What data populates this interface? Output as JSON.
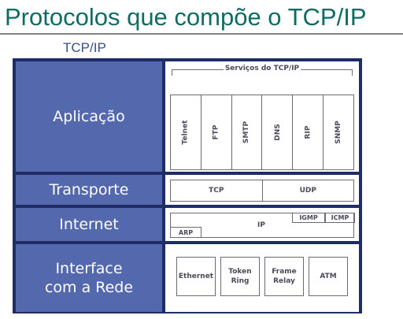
{
  "slide_title": "Protocolos que compõe o TCP/IP",
  "diagram_caption": "TCP/IP",
  "layers": {
    "application": {
      "label": "Aplicação",
      "services_title": "Serviços do TCP/IP",
      "services": [
        "Telnet",
        "FTP",
        "SMTP",
        "DNS",
        "RIP",
        "SNMP"
      ]
    },
    "transport": {
      "label": "Transporte",
      "protocols": [
        "TCP",
        "UDP"
      ]
    },
    "internet": {
      "label": "Internet",
      "main_protocol": "IP",
      "sub_protocols": {
        "igmp": "IGMP",
        "icmp": "ICMP",
        "arp": "ARP"
      }
    },
    "network_interface": {
      "label_line1": "Interface",
      "label_line2": "com a Rede",
      "technologies": [
        {
          "line1": "Ethernet",
          "line2": ""
        },
        {
          "line1": "Token",
          "line2": "Ring"
        },
        {
          "line1": "Frame",
          "line2": "Relay"
        },
        {
          "line1": "ATM",
          "line2": ""
        }
      ]
    }
  },
  "colors": {
    "title": "#0e6d63",
    "layer_fill": "#5469ad",
    "frame": "#1f2d66",
    "caption": "#3a4f8a"
  }
}
